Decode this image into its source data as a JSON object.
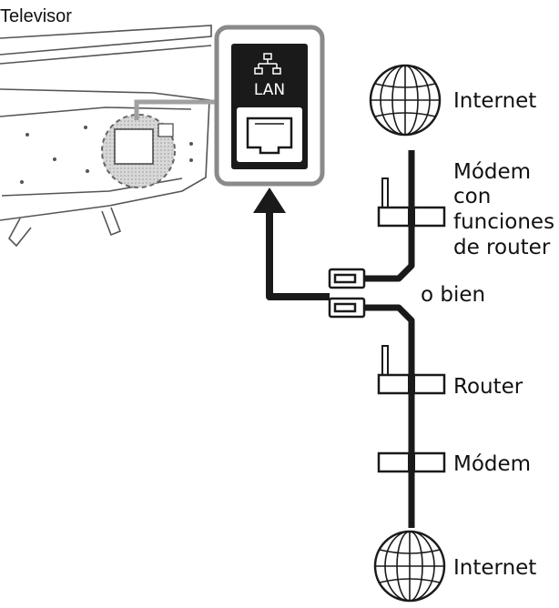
{
  "labels": {
    "tv": "Televisor",
    "lan": "LAN",
    "internet_top": "Internet",
    "modem_router_line1": "Módem",
    "modem_router_line2": "con",
    "modem_router_line3": "funciones",
    "modem_router_line4": "de router",
    "or": "o bien",
    "router": "Router",
    "modem": "Módem",
    "internet_bottom": "Internet"
  },
  "icons": {
    "network": "network-icon",
    "lan_port": "ethernet-port-icon",
    "globe": "globe-icon",
    "arrow": "arrow-up-icon",
    "connector": "rj45-plug-icon"
  },
  "colors": {
    "line": "#1a1a1a",
    "port_panel": "#1a1a1a",
    "frame": "#888888",
    "highlight": "#bbbbbb"
  }
}
